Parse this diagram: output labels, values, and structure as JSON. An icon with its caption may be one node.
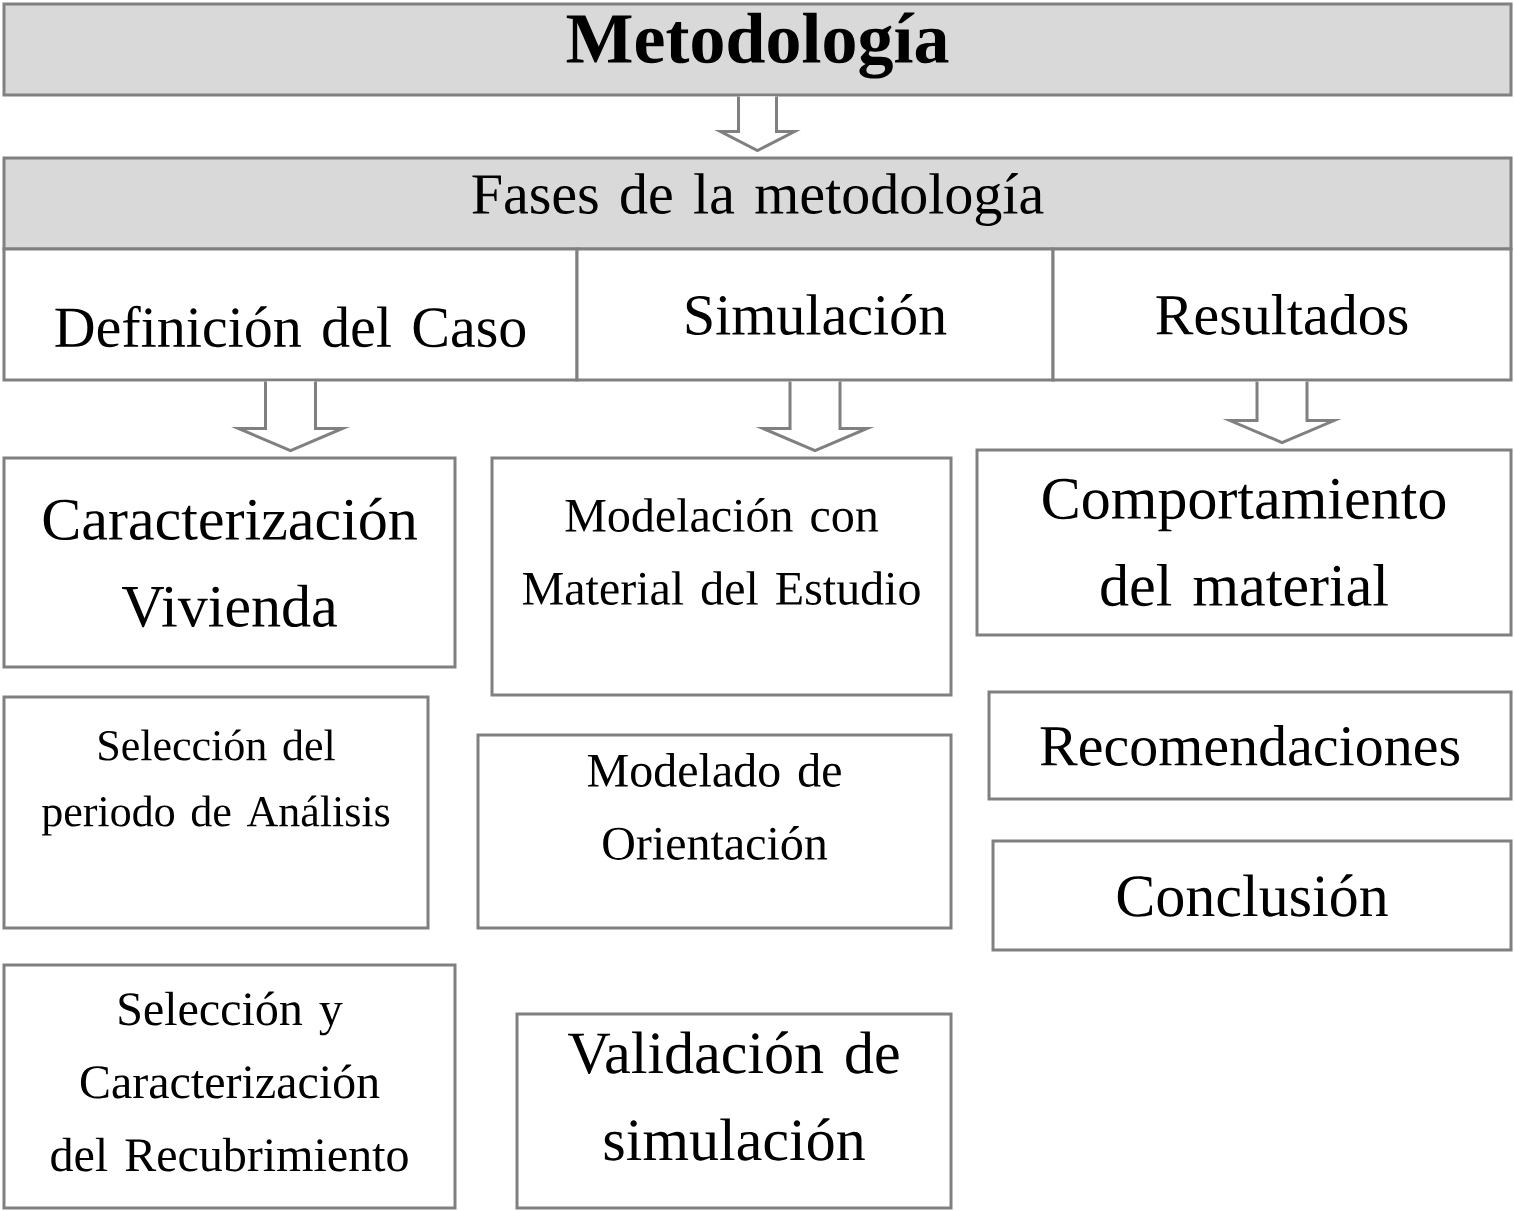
{
  "diagram": {
    "nodes": [
      {
        "text": [
          "Metodología"
        ]
      },
      {
        "text": [
          "Fases de la metodología"
        ]
      },
      {
        "text": [
          "Definición del Caso"
        ]
      },
      {
        "text": [
          "Simulación"
        ]
      },
      {
        "text": [
          "Resultados"
        ]
      },
      {
        "text": [
          "Caracterización Vivienda"
        ]
      },
      {
        "text": [
          "Modelación con Material del Estudio"
        ]
      },
      {
        "text": [
          "Comportamiento del material"
        ]
      },
      {
        "text": [
          "Selección del periodo de Análisis"
        ]
      },
      {
        "text": [
          "Modelado de Orientación"
        ]
      },
      {
        "text": [
          "Recomendaciones"
        ]
      },
      {
        "text": [
          "Selección y Caracterización del Recubrimiento"
        ]
      },
      {
        "text": [
          "Validación de simulación"
        ]
      },
      {
        "text": [
          "Conclusión"
        ]
      }
    ],
    "edges": [
      {
        "from": 0,
        "to": 1,
        "arrow": "to"
      },
      {
        "from": 2,
        "to": 5,
        "arrow": "to"
      },
      {
        "from": 3,
        "to": 6,
        "arrow": "to"
      },
      {
        "from": 4,
        "to": 7,
        "arrow": "to"
      }
    ]
  }
}
